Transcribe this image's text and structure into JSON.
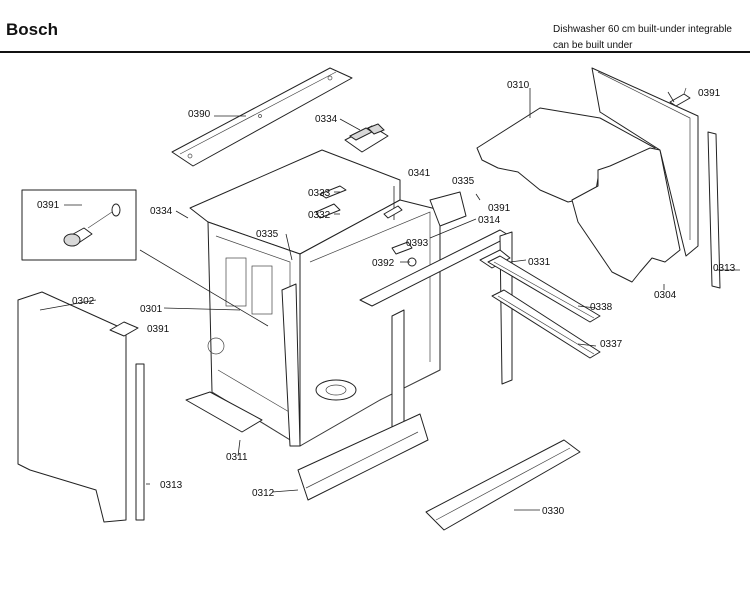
{
  "header": {
    "brand": "Bosch",
    "subtitle_line1": "Dishwasher 60 cm built-under integrable",
    "subtitle_line2": "can be built under"
  },
  "parts": {
    "p0390": "0390",
    "p0334_top": "0334",
    "p0310": "0310",
    "p0391_top": "0391",
    "p0391_inset": "0391",
    "p0334_left": "0334",
    "p0333": "0333",
    "p0341": "0341",
    "p0335_right": "0335",
    "p0391_mid": "0391",
    "p0332": "0332",
    "p0314": "0314",
    "p0335_left": "0335",
    "p0393": "0393",
    "p0392": "0392",
    "p0331": "0331",
    "p0302": "0302",
    "p0313_right": "0313",
    "p0391_left": "0391",
    "p0301": "0301",
    "p0338": "0338",
    "p0304": "0304",
    "p0337": "0337",
    "p0311": "0311",
    "p0313_left": "0313",
    "p0312": "0312",
    "p0330": "0330"
  }
}
